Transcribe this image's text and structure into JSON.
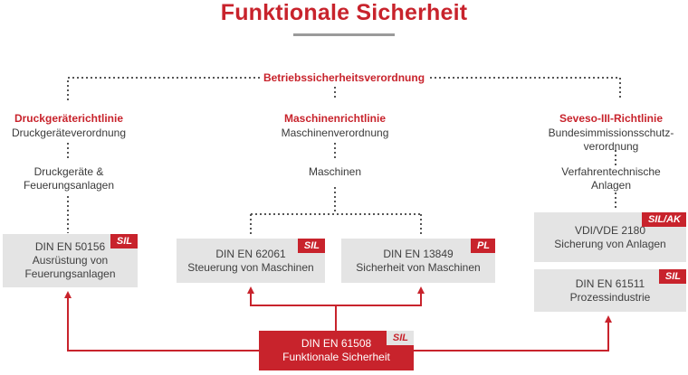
{
  "title": "Funktionale Sicherheit",
  "top_label": "Betriebssicherheitsverordnung",
  "columns": {
    "left": {
      "directive": "Druckgeräterichtlinie",
      "regulation": "Druckgeräteverordnung",
      "scope_line1": "Druckgeräte &",
      "scope_line2": "Feuerungsanlagen"
    },
    "mid": {
      "directive": "Maschinenrichtlinie",
      "regulation": "Maschinenverordnung",
      "scope": "Maschinen"
    },
    "right": {
      "directive": "Seveso-III-Richtlinie",
      "regulation_line1": "Bundesimmissionsschutz-",
      "regulation_line2": "verordnung",
      "scope_line1": "Verfahrentechnische",
      "scope_line2": "Anlagen"
    }
  },
  "boxes": {
    "en50156": {
      "line1": "DIN EN 50156",
      "line2": "Ausrüstung von",
      "line3": "Feuerungsanlagen",
      "badge": "SIL"
    },
    "en62061": {
      "line1": "DIN EN 62061",
      "line2": "Steuerung von Maschinen",
      "badge": "SIL"
    },
    "en13849": {
      "line1": "DIN EN 13849",
      "line2": "Sicherheit von Maschinen",
      "badge": "PL"
    },
    "vdi2180": {
      "line1": "VDI/VDE 2180",
      "line2": "Sicherung von Anlagen",
      "badge": "SIL/AK"
    },
    "en61511": {
      "line1": "DIN EN 61511",
      "line2": "Prozessindustrie",
      "badge": "SIL"
    },
    "en61508": {
      "line1": "DIN EN 61508",
      "line2": "Funktionale Sicherheit",
      "badge": "SIL"
    }
  },
  "colors": {
    "accent": "#c8232c",
    "box": "#e4e4e4",
    "dots": "#555555"
  }
}
